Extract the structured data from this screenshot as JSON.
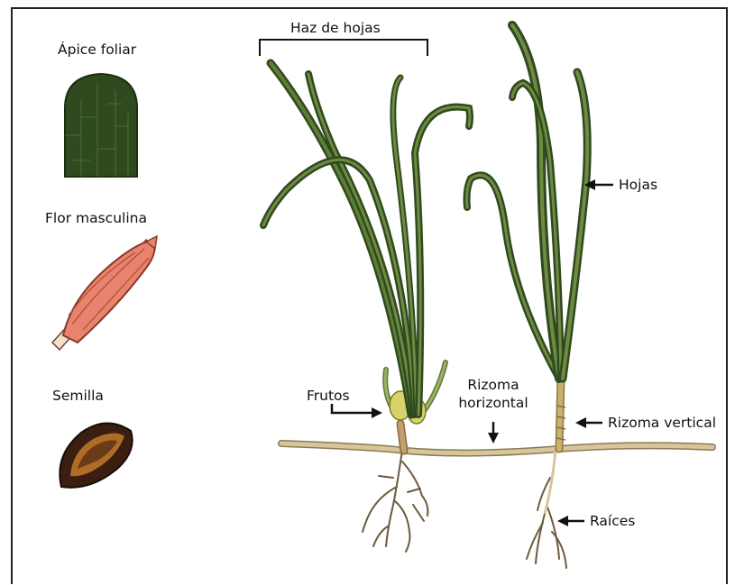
{
  "labels": {
    "apice_foliar": "Ápice foliar",
    "flor_masculina": "Flor masculina",
    "semilla": "Semilla",
    "haz_de_hojas": "Haz de hojas",
    "hojas": "Hojas",
    "frutos": "Frutos",
    "rizoma_horizontal_1": "Rizoma",
    "rizoma_horizontal_2": "horizontal",
    "rizoma_vertical": "Rizoma vertical",
    "raices": "Raíces"
  },
  "colors": {
    "leaf_dark": "#2f4a1e",
    "leaf_mid": "#4c6a2c",
    "leaf_light": "#6f8a42",
    "rhizome": "#c8b486",
    "root": "#6b5a3c",
    "flower": "#e8836e",
    "seed": "#3a1e10",
    "fruit": "#d8d26a"
  },
  "icons": {
    "arrow": "left-arrow-icon"
  }
}
